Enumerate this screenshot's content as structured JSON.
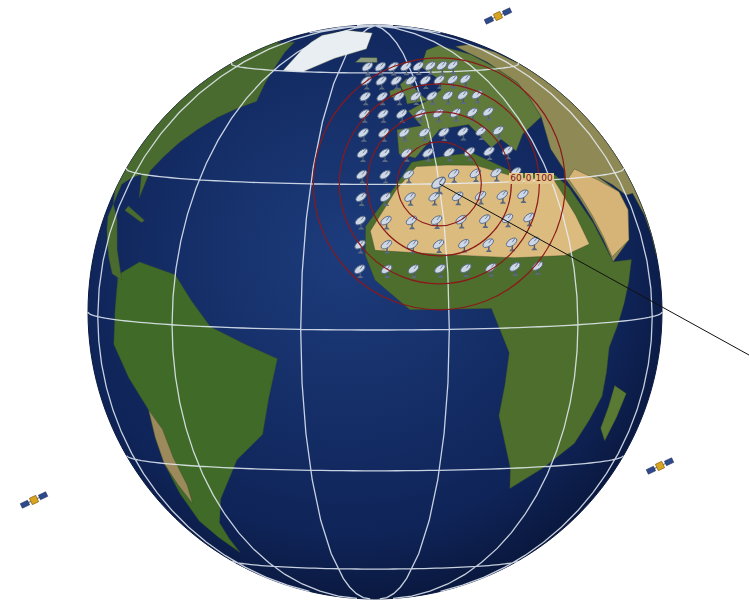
{
  "diagram": {
    "labels": [
      "60",
      "0",
      "100"
    ]
  }
}
